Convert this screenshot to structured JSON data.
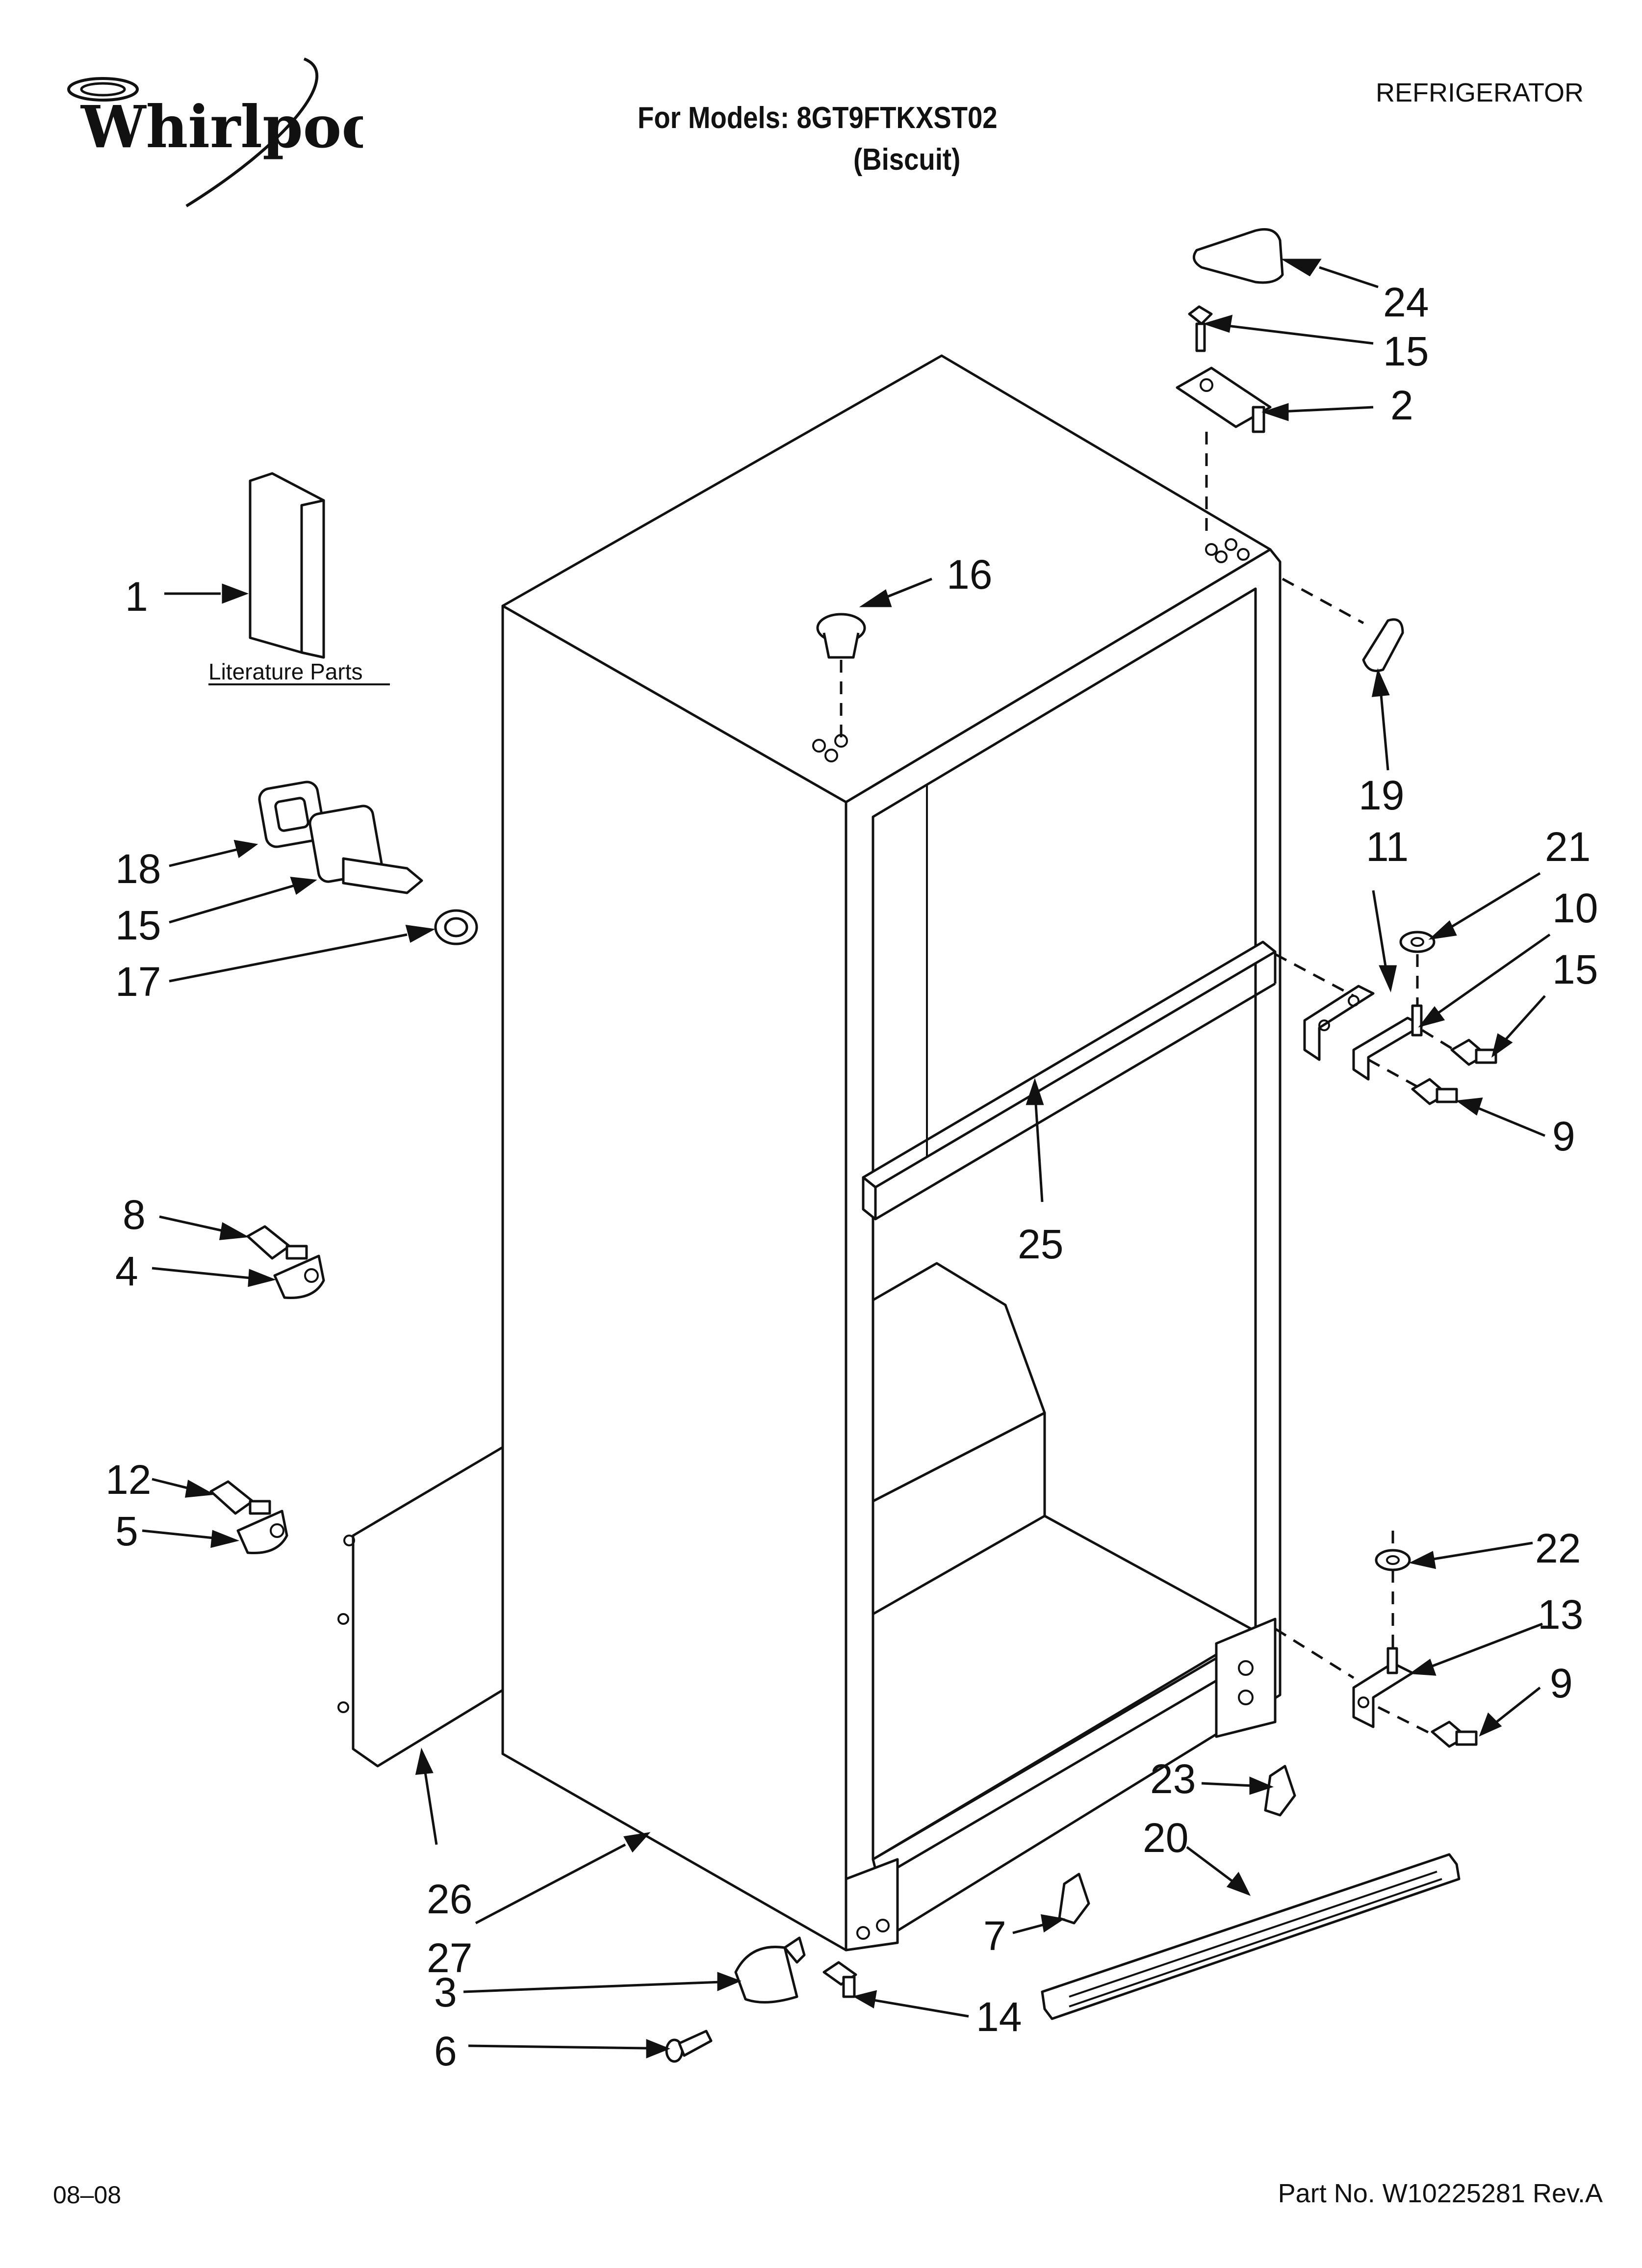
{
  "brand": "Whirlpool",
  "header": {
    "model_line": "For Models: 8GT9FTKXST02",
    "color_line": "(Biscuit)",
    "category": "REFRIGERATOR"
  },
  "literature_label": "Literature Parts",
  "callouts": {
    "c1": "1",
    "c2": "2",
    "c3": "3",
    "c4": "4",
    "c5": "5",
    "c6": "6",
    "c7": "7",
    "c8": "8",
    "c9a": "9",
    "c9b": "9",
    "c10": "10",
    "c11": "11",
    "c12": "12",
    "c13": "13",
    "c14": "14",
    "c15a": "15",
    "c15b": "15",
    "c15c": "15",
    "c16": "16",
    "c17": "17",
    "c18": "18",
    "c19": "19",
    "c20": "20",
    "c21": "21",
    "c22": "22",
    "c23": "23",
    "c24": "24",
    "c25": "25",
    "c26": "26",
    "c27": "27"
  },
  "footer": {
    "date": "08–08",
    "part_number": "Part No. W10225281 Rev.A"
  }
}
